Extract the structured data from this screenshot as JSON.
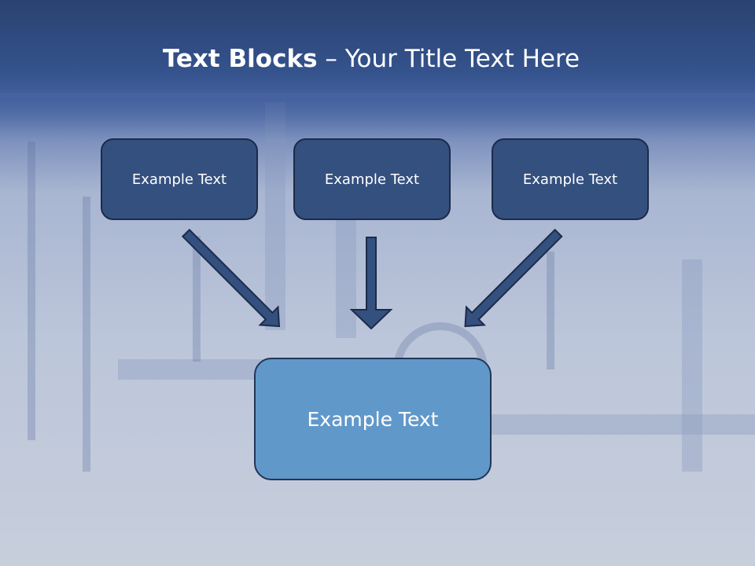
{
  "title": {
    "bold": "Text Blocks",
    "rest": " – Your Title Text Here"
  },
  "blocks": {
    "left": "Example Text",
    "middle": "Example Text",
    "right": "Example Text"
  },
  "target": "Example Text",
  "colors": {
    "title_band": "#34528c",
    "small_box": "#34507f",
    "big_box": "#6198ca",
    "arrow_fill": "#34507f",
    "outline": "#1c2b4a"
  }
}
